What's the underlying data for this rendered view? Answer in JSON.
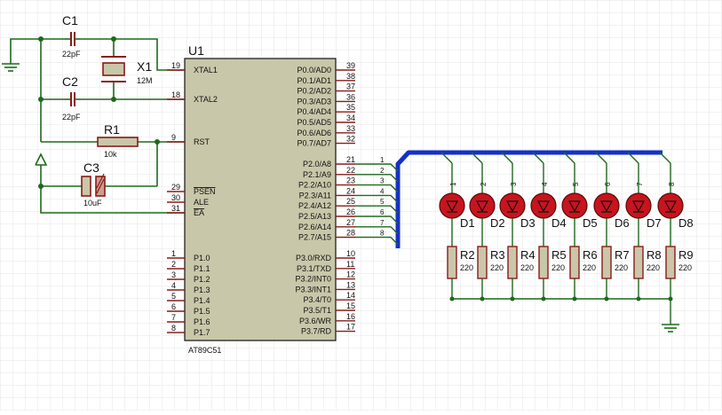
{
  "schematic": {
    "chip": {
      "ref": "U1",
      "part": "AT89C51",
      "left_pins": [
        {
          "num": "19",
          "name": "XTAL1"
        },
        {
          "num": "18",
          "name": "XTAL2"
        },
        {
          "num": "9",
          "name": "RST"
        },
        {
          "num": "29",
          "name": "PSEN"
        },
        {
          "num": "30",
          "name": "ALE"
        },
        {
          "num": "31",
          "name": "EA"
        },
        {
          "num": "1",
          "name": "P1.0"
        },
        {
          "num": "2",
          "name": "P1.1"
        },
        {
          "num": "3",
          "name": "P1.2"
        },
        {
          "num": "4",
          "name": "P1.3"
        },
        {
          "num": "5",
          "name": "P1.4"
        },
        {
          "num": "6",
          "name": "P1.5"
        },
        {
          "num": "7",
          "name": "P1.6"
        },
        {
          "num": "8",
          "name": "P1.7"
        }
      ],
      "right_pins": [
        {
          "num": "39",
          "name": "P0.0/AD0"
        },
        {
          "num": "38",
          "name": "P0.1/AD1"
        },
        {
          "num": "37",
          "name": "P0.2/AD2"
        },
        {
          "num": "36",
          "name": "P0.3/AD3"
        },
        {
          "num": "35",
          "name": "P0.4/AD4"
        },
        {
          "num": "34",
          "name": "P0.5/AD5"
        },
        {
          "num": "33",
          "name": "P0.6/AD6"
        },
        {
          "num": "32",
          "name": "P0.7/AD7"
        },
        {
          "num": "21",
          "name": "P2.0/A8"
        },
        {
          "num": "22",
          "name": "P2.1/A9"
        },
        {
          "num": "23",
          "name": "P2.2/A10"
        },
        {
          "num": "24",
          "name": "P2.3/A11"
        },
        {
          "num": "25",
          "name": "P2.4/A12"
        },
        {
          "num": "26",
          "name": "P2.5/A13"
        },
        {
          "num": "27",
          "name": "P2.6/A14"
        },
        {
          "num": "28",
          "name": "P2.7/A15"
        },
        {
          "num": "10",
          "name": "P3.0/RXD"
        },
        {
          "num": "11",
          "name": "P3.1/TXD"
        },
        {
          "num": "12",
          "name": "P3.2/INT0"
        },
        {
          "num": "13",
          "name": "P3.3/INT1"
        },
        {
          "num": "14",
          "name": "P3.4/T0"
        },
        {
          "num": "15",
          "name": "P3.5/T1"
        },
        {
          "num": "16",
          "name": "P3.6/WR"
        },
        {
          "num": "17",
          "name": "P3.7/RD"
        }
      ]
    },
    "components": {
      "c1": {
        "ref": "C1",
        "value": "22pF"
      },
      "c2": {
        "ref": "C2",
        "value": "22pF"
      },
      "c3": {
        "ref": "C3",
        "value": "10uF"
      },
      "r1": {
        "ref": "R1",
        "value": "10k"
      },
      "x1": {
        "ref": "X1",
        "value": "12M"
      }
    },
    "bus_labels": [
      "1",
      "2",
      "3",
      "4",
      "5",
      "6",
      "7",
      "8"
    ],
    "leds": [
      "D1",
      "D2",
      "D3",
      "D4",
      "D5",
      "D6",
      "D7",
      "D8"
    ],
    "resistors": [
      {
        "ref": "R2",
        "value": "220"
      },
      {
        "ref": "R3",
        "value": "220"
      },
      {
        "ref": "R4",
        "value": "220"
      },
      {
        "ref": "R5",
        "value": "220"
      },
      {
        "ref": "R6",
        "value": "220"
      },
      {
        "ref": "R7",
        "value": "220"
      },
      {
        "ref": "R8",
        "value": "220"
      },
      {
        "ref": "R9",
        "value": "220"
      }
    ],
    "colors": {
      "wire": "#1d6a1d",
      "bus": "#1430c8",
      "component": "#8b1a1a",
      "chip_fill": "#c9c7a9",
      "led_fill": "#c8141e",
      "grid": "#e6e6e6",
      "text": "#111111"
    }
  }
}
